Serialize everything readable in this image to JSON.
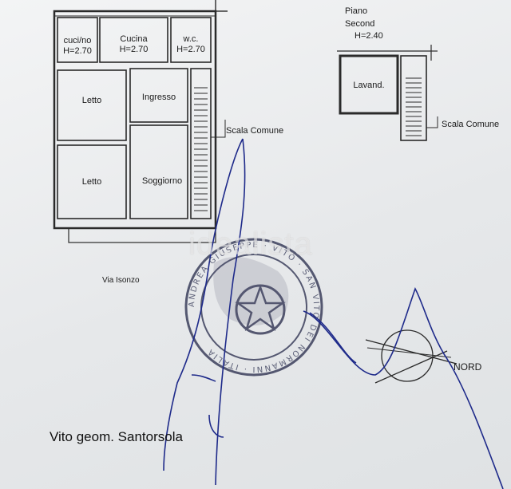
{
  "floor_plan": {
    "rooms": [
      {
        "id": "cucinino",
        "name": "cuci/no",
        "height": "H=2.70"
      },
      {
        "id": "cucina",
        "name": "Cucina",
        "height": "H=2.70"
      },
      {
        "id": "wc",
        "name": "w.c.",
        "height": "H=2.70"
      },
      {
        "id": "letto1",
        "name": "Letto"
      },
      {
        "id": "ingresso",
        "name": "Ingresso"
      },
      {
        "id": "letto2",
        "name": "Letto"
      },
      {
        "id": "soggiorno",
        "name": "Soggiorno"
      }
    ],
    "stair_label_left": "Scala Comune",
    "street": "Via Isonzo"
  },
  "second_floor": {
    "title_line1": "Piano",
    "title_line2": "Second",
    "height": "H=2.40",
    "room": "Lavand.",
    "stair_label": "Scala Comune"
  },
  "north_label": "NORD",
  "watermark": "idealista",
  "signature_name": "Vito geom. Santorsola",
  "stamp_text": "ANDREA GIUSEPPE · VITO · SAN VITO DEI NORMANNI · ITALIA",
  "colors": {
    "ink": "#1a1a1a",
    "stamp": "#3b3f5c",
    "paper": "#eceeef"
  }
}
